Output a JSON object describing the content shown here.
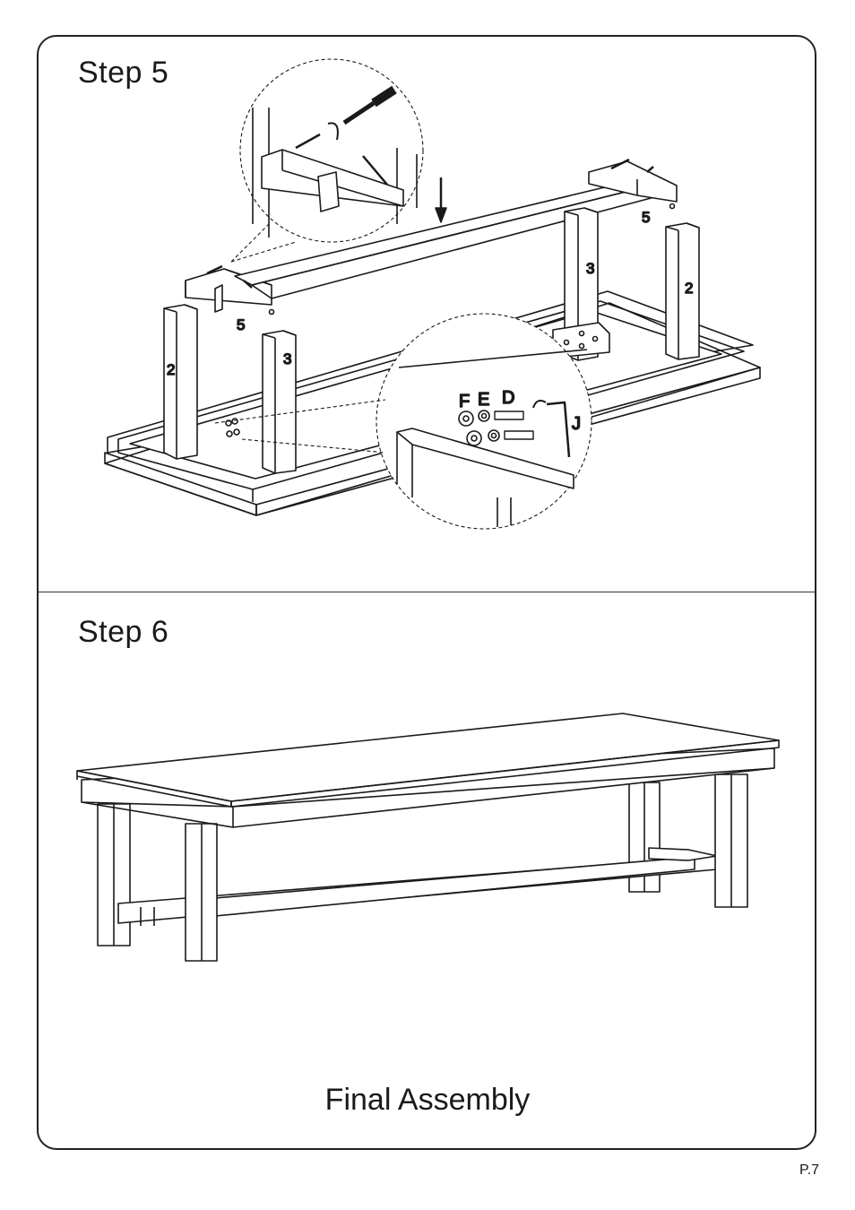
{
  "steps": [
    {
      "title": "Step  5",
      "part_labels": [
        "5",
        "5",
        "3",
        "3",
        "2",
        "2"
      ],
      "hardware_labels": [
        "F",
        "E",
        "D",
        "J"
      ]
    },
    {
      "title": "Step  6",
      "caption": "Final Assembly"
    }
  ],
  "page_number": "P.7"
}
